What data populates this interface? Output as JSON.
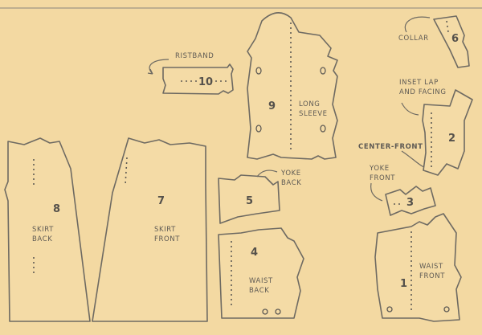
{
  "pieces": [
    {
      "number": "1",
      "label": [
        "WAIST",
        "FRONT"
      ]
    },
    {
      "number": "2",
      "label": [
        "INSET LAP",
        "AND FACING"
      ],
      "note": "CENTER-FRONT"
    },
    {
      "number": "3",
      "label": [
        "YOKE",
        "FRONT"
      ]
    },
    {
      "number": "4",
      "label": [
        "WAIST",
        "BACK"
      ]
    },
    {
      "number": "5",
      "label": [
        "YOKE",
        "BACK"
      ]
    },
    {
      "number": "6",
      "label": [
        "COLLAR"
      ]
    },
    {
      "number": "7",
      "label": [
        "SKIRT",
        "FRONT"
      ]
    },
    {
      "number": "8",
      "label": [
        "SKIRT",
        "BACK"
      ]
    },
    {
      "number": "9",
      "label": [
        "LONG",
        "SLEEVE"
      ]
    },
    {
      "number": "10",
      "label": [
        "RISTBAND"
      ]
    }
  ],
  "colors": {
    "paper": "#f3d9a2",
    "ink": "#6e6a62"
  }
}
